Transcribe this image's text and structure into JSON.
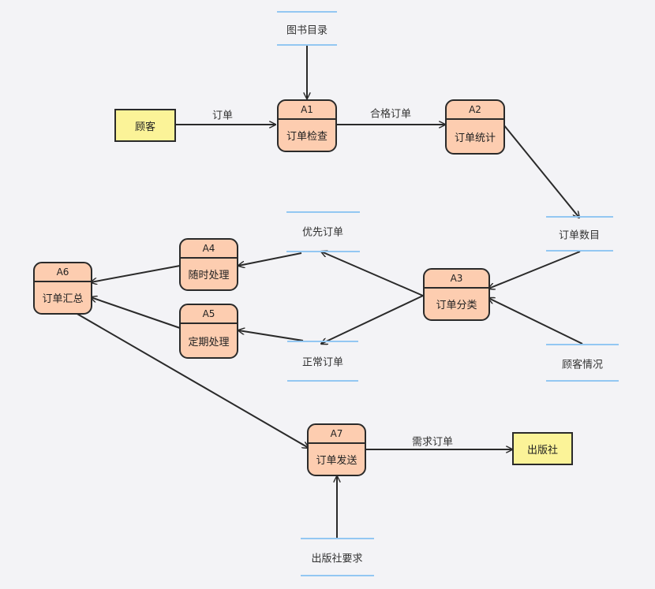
{
  "external_entities": {
    "customer": "顾客",
    "publisher": "出版社"
  },
  "processes": {
    "a1": {
      "id": "A1",
      "name": "订单检查"
    },
    "a2": {
      "id": "A2",
      "name": "订单统计"
    },
    "a3": {
      "id": "A3",
      "name": "订单分类"
    },
    "a4": {
      "id": "A4",
      "name": "随时处理"
    },
    "a5": {
      "id": "A5",
      "name": "定期处理"
    },
    "a6": {
      "id": "A6",
      "name": "订单汇总"
    },
    "a7": {
      "id": "A7",
      "name": "订单发送"
    }
  },
  "data_stores": {
    "book_catalog": "图书目录",
    "order_count": "订单数目",
    "priority_order": "优先订单",
    "normal_order": "正常订单",
    "customer_status": "顾客情况",
    "publisher_request": "出版社要求"
  },
  "flows": {
    "order": "订单",
    "qualified_order": "合格订单",
    "demand_order": "需求订单"
  },
  "colors": {
    "background": "#f3f3f6",
    "entity_fill": "#fbf398",
    "process_fill": "#fdcdb0",
    "store_line": "#93c7f2",
    "stroke": "#2a2a2a"
  }
}
